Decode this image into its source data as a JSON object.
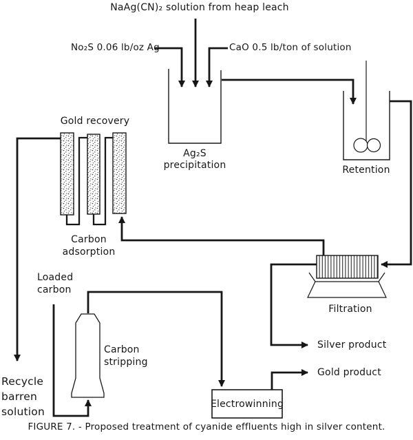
{
  "figure": {
    "caption": "FIGURE 7. - Proposed treatment of cyanide effluents high in silver content.",
    "colors": {
      "ink": "#161616",
      "paper": "#ffffff"
    }
  },
  "streams": {
    "feed": "NaAg(CN)₂ solution from heap leach",
    "sodium_sulfide": "No₂S 0.06 lb/oz Ag",
    "lime": "CaO 0.5 lb/ton of solution",
    "silver_product": "Silver product",
    "gold_product": "Gold product",
    "loaded_carbon": [
      "Loaded",
      "carbon"
    ],
    "recycle": [
      "Recycle",
      "barren",
      "solution"
    ]
  },
  "units": {
    "gold_recovery": "Gold recovery",
    "carbon_adsorption": [
      "Carbon",
      "adsorption"
    ],
    "precipitation": [
      "Ag₂S",
      "precipitation"
    ],
    "retention": "Retention",
    "filtration": "Filtration",
    "carbon_stripping": [
      "Carbon",
      "stripping"
    ],
    "electrowinning": "Electrowinning"
  }
}
